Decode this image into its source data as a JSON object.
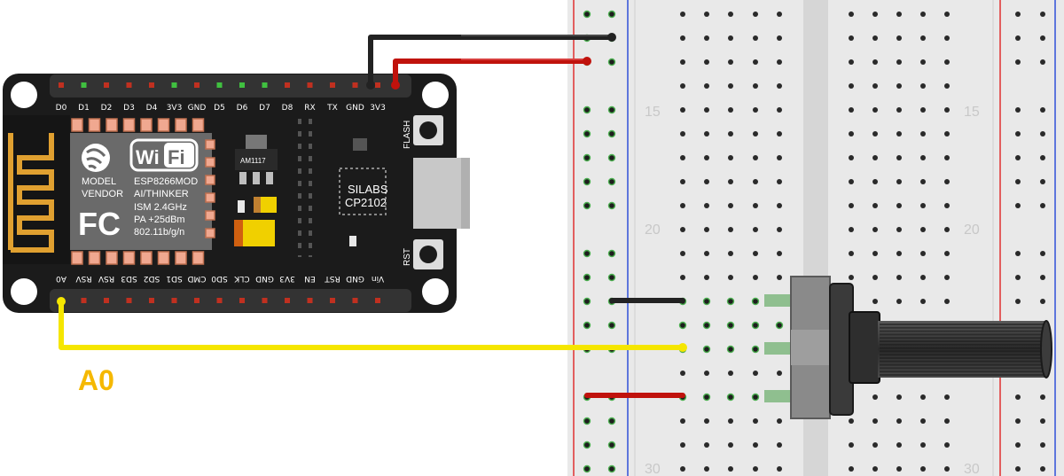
{
  "board": {
    "top_pins": [
      "D0",
      "D1",
      "D2",
      "D3",
      "D4",
      "3V3",
      "GND",
      "D5",
      "D6",
      "D7",
      "D8",
      "RX",
      "TX",
      "GND",
      "3V3"
    ],
    "bottom_pins": [
      "A0",
      "RSV",
      "RSV",
      "SD3",
      "SD2",
      "SD1",
      "CMD",
      "SD0",
      "CLK",
      "GND",
      "3V3",
      "EN",
      "RST",
      "GND",
      "Vin"
    ],
    "module_model_label": "MODEL",
    "module_model_value": "ESP8266MOD",
    "module_vendor_label": "VENDOR",
    "module_vendor_value": "AI/THINKER",
    "module_specs": [
      "ISM 2.4GHz",
      "PA +25dBm",
      "802.11b/g/n"
    ],
    "wifi_badge_wi": "Wi",
    "wifi_badge_fi": "Fi",
    "fcc_mark": "FC",
    "regulator_label": "AM1117",
    "usb_chip_line1": "SILABS",
    "usb_chip_line2": "CP2102",
    "flash_button_label": "FLASH",
    "rst_button_label": "RST"
  },
  "breadboard": {
    "row_numbers": [
      "15",
      "20",
      "30"
    ]
  },
  "annotation": {
    "analog_pin_label": "A0"
  },
  "colors": {
    "board": "#1b1b1b",
    "wire_black": "#222222",
    "wire_red": "#c0120c",
    "wire_yellow": "#f5e600",
    "label_accent": "#f5b800",
    "rail_red": "#e03030",
    "rail_blue": "#3050d8"
  }
}
